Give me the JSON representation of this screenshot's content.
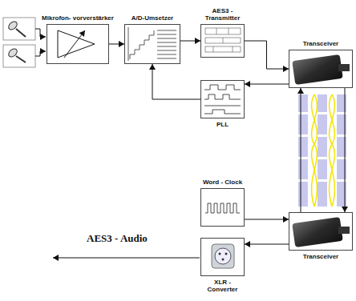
{
  "diagram": {
    "nodes": [
      {
        "text": [
          "Mikrofon- vorverstärker"
        ]
      },
      {
        "text": [
          "A/D-Umsetzer"
        ]
      },
      {
        "text": [
          "AES3 - Transmitter"
        ]
      },
      {
        "text": [
          "Transceiver"
        ]
      },
      {
        "text": [
          "PLL"
        ]
      },
      {
        "text": [
          "Word - Clock"
        ]
      },
      {
        "text": [
          "Transceiver"
        ]
      },
      {
        "text": [
          "XLR - Converter"
        ]
      }
    ],
    "edges": [
      {
        "from": 0,
        "to": 1,
        "arrow": "to"
      },
      {
        "from": 1,
        "to": 2,
        "arrow": "to"
      },
      {
        "from": 2,
        "to": 3,
        "arrow": "to"
      },
      {
        "from": 3,
        "to": 4,
        "arrow": "to"
      },
      {
        "from": 4,
        "to": 1,
        "arrow": "to"
      },
      {
        "from": 3,
        "to": 6,
        "arrow": "to"
      },
      {
        "from": 6,
        "to": 3,
        "arrow": "to"
      },
      {
        "from": 5,
        "to": 6,
        "arrow": "to"
      },
      {
        "from": 6,
        "to": 7,
        "arrow": "to"
      }
    ],
    "labels": [
      "AES3 - Audio"
    ]
  }
}
